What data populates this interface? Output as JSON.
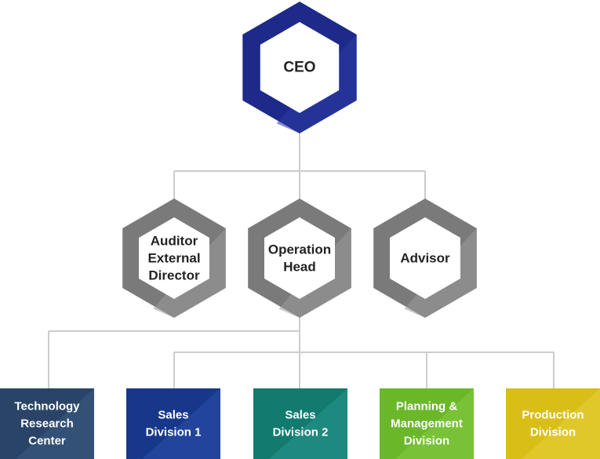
{
  "ceo": {
    "lines": [
      "CEO"
    ],
    "color": "#1d2a8a",
    "color_light": "#2b3aa6"
  },
  "level2": [
    {
      "id": "auditor",
      "lines": [
        "Auditor",
        "External",
        "Director"
      ]
    },
    {
      "id": "operation-head",
      "lines": [
        "Operation",
        "Head"
      ]
    },
    {
      "id": "advisor",
      "lines": [
        "Advisor"
      ]
    }
  ],
  "level2_colors": {
    "dark": "#7a7a7a",
    "light": "#9a9a9a"
  },
  "divisions": [
    {
      "id": "technology-research-center",
      "lines": [
        "Technology",
        "Research",
        "Center"
      ],
      "color": "#2a4468",
      "color_light": "#3a5a82"
    },
    {
      "id": "sales-division-1",
      "lines": [
        "Sales",
        "Division 1"
      ],
      "color": "#17388a",
      "color_light": "#2a4fa6"
    },
    {
      "id": "sales-division-2",
      "lines": [
        "Sales",
        "Division 2"
      ],
      "color": "#127a6e",
      "color_light": "#24938a"
    },
    {
      "id": "planning-management-division",
      "lines": [
        "Planning &",
        "Management",
        "Division"
      ],
      "color": "#6ab82a",
      "color_light": "#84c842"
    },
    {
      "id": "production-division",
      "lines": [
        "Production",
        "Division"
      ],
      "color": "#d8be16",
      "color_light": "#e6ce3a"
    }
  ],
  "connector_color": "#cccccc"
}
